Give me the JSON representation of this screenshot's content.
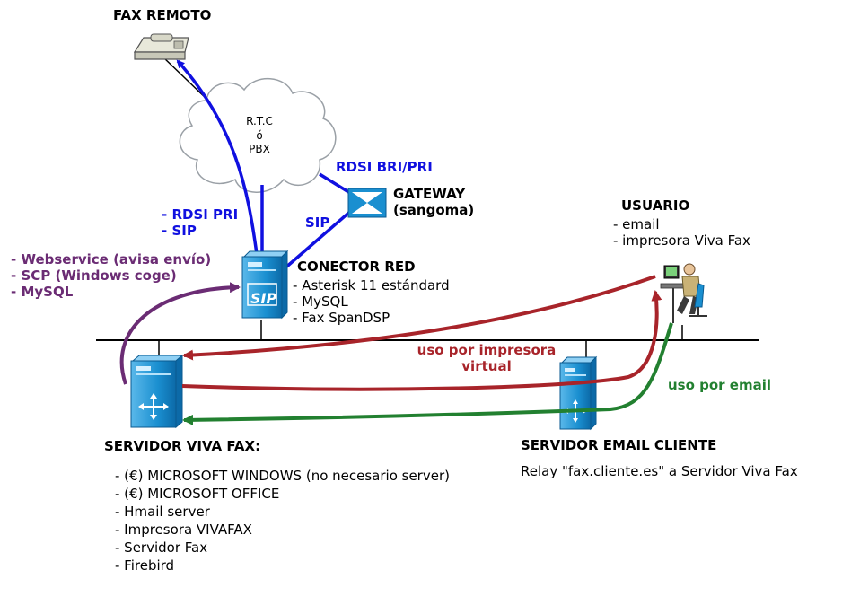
{
  "fax_remoto": {
    "label": "FAX REMOTO"
  },
  "cloud": {
    "lines": [
      "R.T.C",
      "ó",
      "PBX"
    ]
  },
  "rdsi_bri_label": "RDSI BRI/PRI",
  "gateway": {
    "title": "GATEWAY",
    "subtitle": "(sangoma)"
  },
  "sip_label": "SIP",
  "trunk_labels": [
    "- RDSI PRI",
    "- SIP"
  ],
  "conector": {
    "title": "CONECTOR RED",
    "items": [
      "- Asterisk 11 estándard",
      "- MySQL",
      "- Fax SpanDSP"
    ],
    "icon_text": "SIP"
  },
  "webservice_labels": [
    "- Webservice (avisa envío)",
    "- SCP (Windows coge)",
    "- MySQL"
  ],
  "usuario": {
    "title": "USUARIO",
    "items": [
      "- email",
      "- impresora Viva Fax"
    ]
  },
  "uso_impresora": {
    "line1": "uso por impresora",
    "line2": "virtual"
  },
  "uso_email": "uso por email",
  "servidor_viva_fax": {
    "title": "SERVIDOR VIVA FAX:",
    "items": [
      "- (€) MICROSOFT WINDOWS (no necesario server)",
      "- (€) MICROSOFT OFFICE",
      "- Hmail server",
      "- Impresora VIVAFAX",
      "- Servidor Fax",
      "- Firebird"
    ]
  },
  "servidor_email": {
    "title": "SERVIDOR EMAIL CLIENTE",
    "relay": "Relay \"fax.cliente.es\" a Servidor Viva Fax"
  },
  "colors": {
    "blue": "#1010e0",
    "purple": "#6b2c74",
    "red": "#a8242a",
    "green": "#228030",
    "server": "#1a8fd0"
  }
}
